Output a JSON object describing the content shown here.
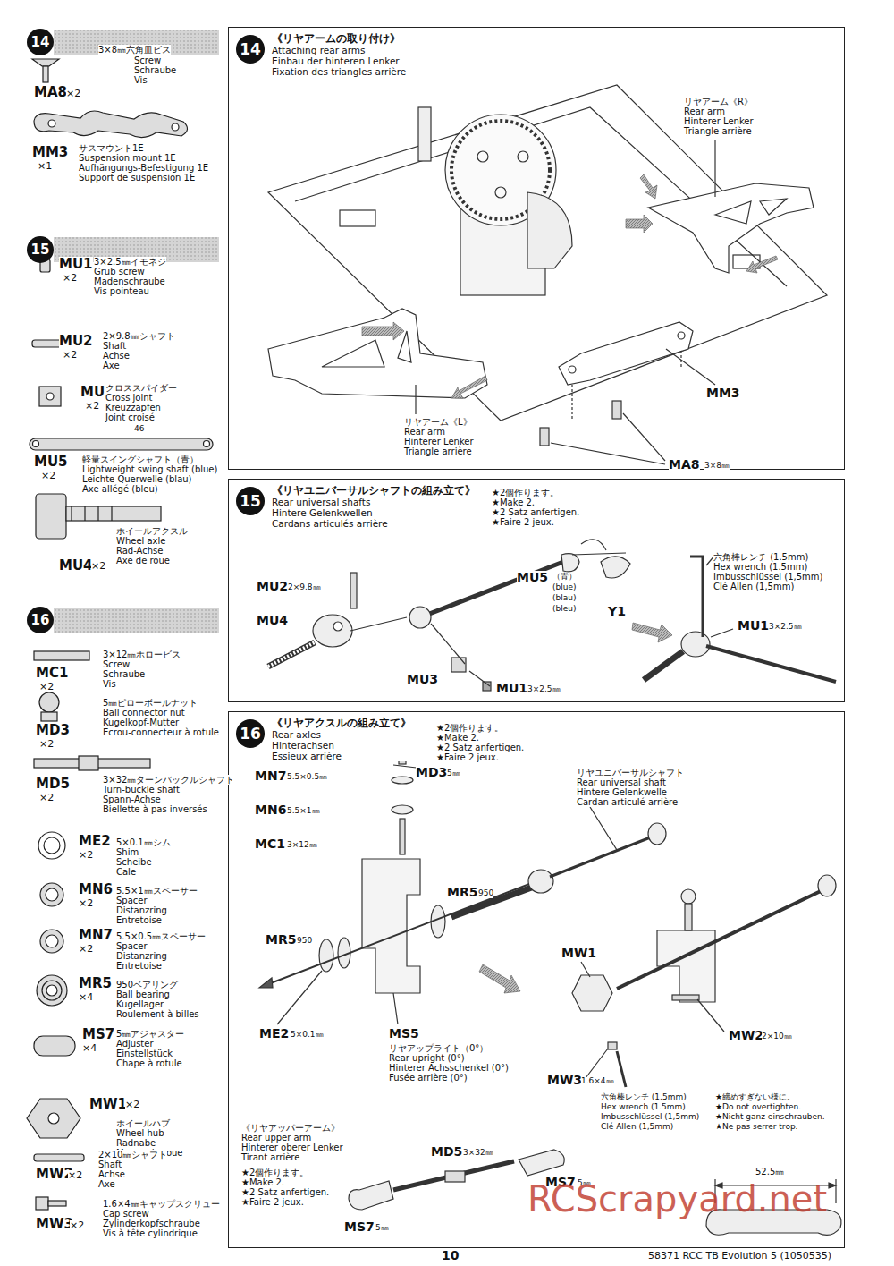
{
  "diagram": {
    "nodes": [
      {
        "text": [
          "14"
        ]
      },
      {
        "text": [
          "15"
        ]
      },
      {
        "text": [
          "16"
        ]
      },
      {
        "text": [
          "《リヤアームの取り付け》",
          "Attaching rear arms",
          "Einbau der hinteren Lenker",
          "Fixation des triangles arrière"
        ]
      },
      {
        "text": [
          "14"
        ],
        "in": 3
      },
      {
        "text": [
          "《リヤユニバーサルシャフトの組み立て》",
          "Rear universal shafts",
          "Hintere Gelenkwellen",
          "Cardans articulés arrière"
        ]
      },
      {
        "text": [
          "15"
        ],
        "in": 5
      },
      {
        "text": [
          "《リヤアクスルの組み立て》",
          "Rear axles",
          "Hinterachsen",
          "Essieux arrière"
        ]
      },
      {
        "text": [
          "16"
        ],
        "in": 7
      }
    ],
    "labels": [
      "3×8㎜六角皿ビス",
      "Screw",
      "Schraube",
      "Vis",
      "MA8",
      "×2",
      "MM3",
      "×1",
      "サスマウント1E",
      "Suspension mount 1E",
      "Aufhängungs-Befestigung 1E",
      "Support de suspension 1E",
      "MU1",
      "×2",
      "3×2.5㎜イモネジ",
      "Grub screw",
      "Madenschraube",
      "Vis pointeau",
      "MU2",
      "×2",
      "2×9.8㎜シャフト",
      "Shaft",
      "Achse",
      "Axe",
      "MU3",
      "×2",
      "クロススパイダー",
      "Cross joint",
      "Kreuzzapfen",
      "Joint croisé",
      "46",
      "MU5",
      "×2",
      "軽量スイングシャフト（青）",
      "Lightweight swing shaft (blue)",
      "Leichte Querwelle (blau)",
      "Axe allégé (bleu)",
      "MU4",
      "×2",
      "ホイールアクスル",
      "Wheel axle",
      "Rad-Achse",
      "Axe de roue",
      "MC1",
      "×2",
      "3×12㎜ホロービス",
      "Screw",
      "Schraube",
      "Vis",
      "MD3",
      "×2",
      "5㎜ピローボールナット",
      "Ball connector nut",
      "Kugelkopf-Mutter",
      "Ecrou-connecteur à rotule",
      "MD5",
      "×2",
      "3×32㎜ターンバックルシャフト",
      "Turn-buckle shaft",
      "Spann-Achse",
      "Biellette à pas inversés",
      "ME2",
      "×2",
      "5×0.1㎜シム",
      "Shim",
      "Scheibe",
      "Cale",
      "MN6",
      "×2",
      "5.5×1㎜スペーサー",
      "Spacer",
      "Distanzring",
      "Entretoise",
      "MN7",
      "×2",
      "5.5×0.5㎜スペーサー",
      "Spacer",
      "Distanzring",
      "Entretoise",
      "MR5",
      "×4",
      "950ベアリング",
      "Ball bearing",
      "Kugellager",
      "Roulement à billes",
      "MS7",
      "×4",
      "5㎜アジャスター",
      "Adjuster",
      "Einstellstück",
      "Chape à rotule",
      "MW1",
      "×2",
      "ホイールハブ",
      "Wheel hub",
      "Radnabe",
      "Moyeu de roue",
      "MW2",
      "×2",
      "2×10㎜シャフト",
      "Shaft",
      "Achse",
      "Axe",
      "MW3",
      "×2",
      "1.6×4㎜キャップスクリュー",
      "Cap screw",
      "Zylinderkopfschraube",
      "Vis à tête cylindrique",
      "リヤアーム《R》",
      "Rear arm",
      "Hinterer Lenker",
      "Triangle arrière",
      "リヤアーム《L》",
      "Rear arm",
      "Hinterer Lenker",
      "Triangle arrière",
      "MM3",
      "MA8",
      "3×8㎜",
      "★2個作ります。",
      "★Make 2.",
      "★2 Satz anfertigen.",
      "★Faire 2 jeux.",
      "MU2",
      "2×9.8㎜",
      "MU4",
      "MU3",
      "MU1",
      "3×2.5㎜",
      "MU5",
      "（青）",
      "(blue)",
      "(blau)",
      "(bleu)",
      "Y1",
      "六角棒レンチ (1.5mm)",
      "Hex wrench (1.5mm)",
      "Imbusschlüssel (1,5mm)",
      "Clé Allen (1,5mm)",
      "MU1",
      "3×2.5㎜",
      "★2個作ります。",
      "★Make 2.",
      "★2 Satz anfertigen.",
      "★Faire 2 jeux.",
      "MN7",
      "5.5×0.5㎜",
      "MD3",
      "5㎜",
      "MN6",
      "5.5×1㎜",
      "MC1",
      "3×12㎜",
      "MR5",
      "950",
      "MR5",
      "950",
      "リヤユニバーサルシャフト",
      "Rear universal shaft",
      "Hintere Gelenkwelle",
      "Cardan articulé arrière",
      "ME2",
      "5×0.1㎜",
      "MS5",
      "リヤアップライト（0°）",
      "Rear upright (0°)",
      "Hinterer Achsschenkel (0°)",
      "Fusée arrière (0°)",
      "MW1",
      "MW2",
      "2×10㎜",
      "MW3",
      "1.6×4㎜",
      "六角棒レンチ (1.5mm)",
      "Hex wrench (1.5mm)",
      "Imbusschlüssel (1,5mm)",
      "Clé Allen (1,5mm)",
      "★締めすぎない様に。",
      "★Do not overtighten.",
      "★Nicht ganz einschrauben.",
      "★Ne pas serrer trop.",
      "《リヤアッパーアーム》",
      "Rear upper arm",
      "Hinterer oberer Lenker",
      "Tirant arrière",
      "★2個作ります。",
      "★Make 2.",
      "★2 Satz anfertigen.",
      "★Faire 2 jeux.",
      "MD5",
      "3×32㎜",
      "MS7",
      "5㎜",
      "MS7",
      "5㎜",
      "52.5㎜",
      "10",
      "58371 RCC TB Evolution 5 (1050535)",
      "RCScrapyard.net"
    ]
  }
}
